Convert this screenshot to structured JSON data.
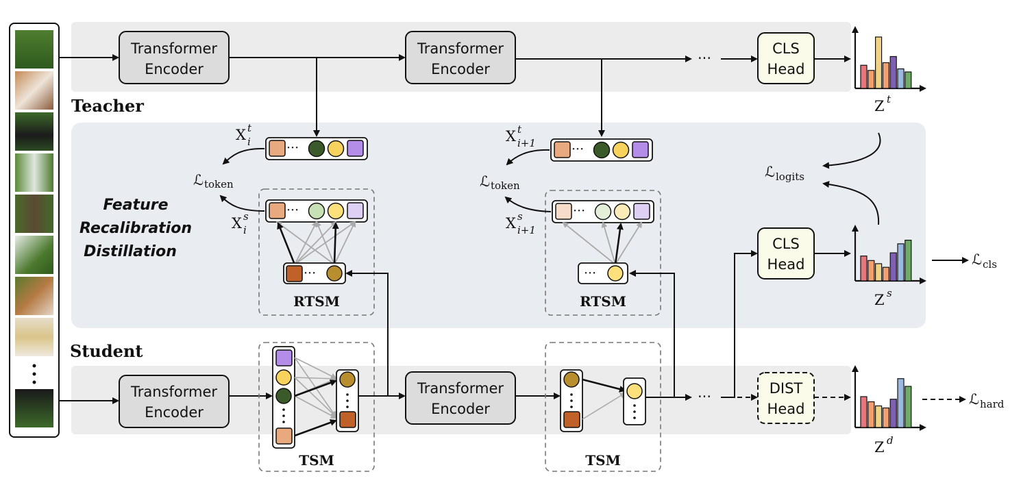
{
  "sections": {
    "teacher": "Teacher",
    "student": "Student",
    "frd": [
      "Feature",
      "Recalibration",
      "Distillation"
    ]
  },
  "blocks": {
    "encoder_line1": "Transformer",
    "encoder_line2": "Encoder",
    "cls_line1": "CLS",
    "cls_line2": "Head",
    "dist_line1": "DIST",
    "dist_line2": "Head"
  },
  "modules": {
    "rtsm": "RTSM",
    "tsm": "TSM"
  },
  "ellipsis": "···",
  "math": {
    "loss_symbol": "ℒ",
    "token": "token",
    "logits": "logits",
    "cls": "cls",
    "hard": "hard",
    "X": "X",
    "Z": "Z",
    "sup_t": "t",
    "sup_s": "s",
    "sup_d": "d",
    "sub_i": "i",
    "sub_i1": "i+1"
  },
  "colors": {
    "panel_gray": "#ececec",
    "panel_blue": "#e9ecf1",
    "encoder_fill": "#dcdcdc",
    "head_fill": "#fbfbea",
    "orange": "#e8a97e",
    "dark_green": "#3b5a2a",
    "yellow": "#f7d25c",
    "purple": "#b38de8",
    "rust": "#c0612a",
    "olive": "#b88e2f",
    "light_green": "#c8e0b5",
    "light_purple": "#ddd0f3",
    "light_orange": "#f6dcc9",
    "light_yellow": "#fbebb8",
    "bar_red": "#e8747c",
    "bar_orange": "#f0a070",
    "bar_yellow": "#f1d385",
    "bar_purple": "#8060b0",
    "bar_blue": "#9bb8e0",
    "bar_green": "#6faa66"
  },
  "histograms": {
    "teacher": [
      0.45,
      0.35,
      1.0,
      0.5,
      0.62,
      0.38,
      0.32
    ],
    "student": [
      0.55,
      0.45,
      0.38,
      0.3,
      0.62,
      0.82,
      0.9
    ],
    "dist": [
      0.6,
      0.5,
      0.42,
      0.38,
      0.55,
      0.95,
      0.8
    ]
  },
  "input_patches": [
    "grass",
    "dog-face",
    "dark-dog",
    "white-fur",
    "tree-trunk",
    "white-paws",
    "dog-ear",
    "collar",
    "night-dog"
  ]
}
